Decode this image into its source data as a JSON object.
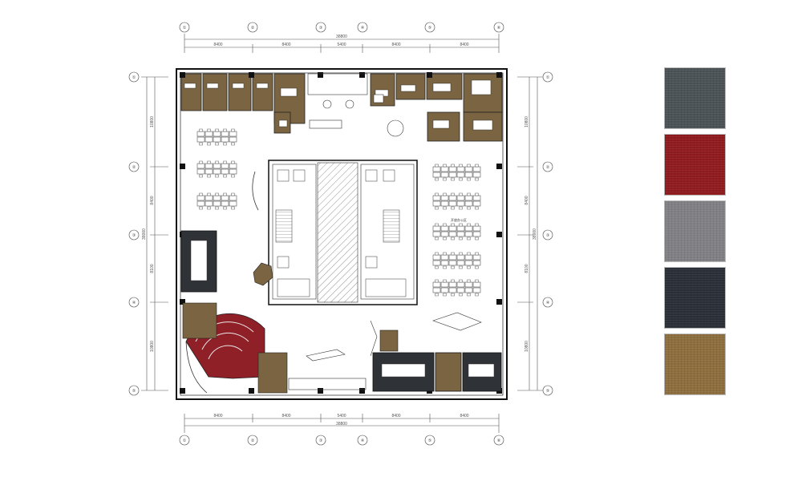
{
  "dimensions": {
    "top_segments": [
      "8400",
      "8400",
      "5400",
      "8400",
      "8400"
    ],
    "top_total": "38800",
    "bottom_segments": [
      "8400",
      "8400",
      "5400",
      "8400",
      "8400"
    ],
    "bottom_total": "38800",
    "left_segments": [
      "10800",
      "8400",
      "8100",
      "10800"
    ],
    "left_total": "38000",
    "right_segments": [
      "10800",
      "8400",
      "8100",
      "10800"
    ],
    "right_total": "38000"
  },
  "grid_tags": {
    "columns": [
      "①",
      "②",
      "③",
      "④",
      "⑤",
      "⑥"
    ],
    "rows": [
      "①",
      "②",
      "③",
      "④",
      "⑤"
    ]
  },
  "annotations": {
    "workstation_note": "开放办公区"
  },
  "swatches": [
    {
      "name": "dark-grey-carpet",
      "color": "#4c5357"
    },
    {
      "name": "red-carpet",
      "color": "#8e1c1f"
    },
    {
      "name": "mid-grey-carpet",
      "color": "#818185"
    },
    {
      "name": "charcoal-stripe-carpet",
      "color": "#2b3038"
    },
    {
      "name": "brown-gold-carpet",
      "color": "#8d6f3f"
    }
  ],
  "colors": {
    "office_floor": "#7a6442",
    "meeting_floor": "#2f3338",
    "auditorium_floor": "#8f2027",
    "wall": "#111111",
    "line": "#333333"
  }
}
